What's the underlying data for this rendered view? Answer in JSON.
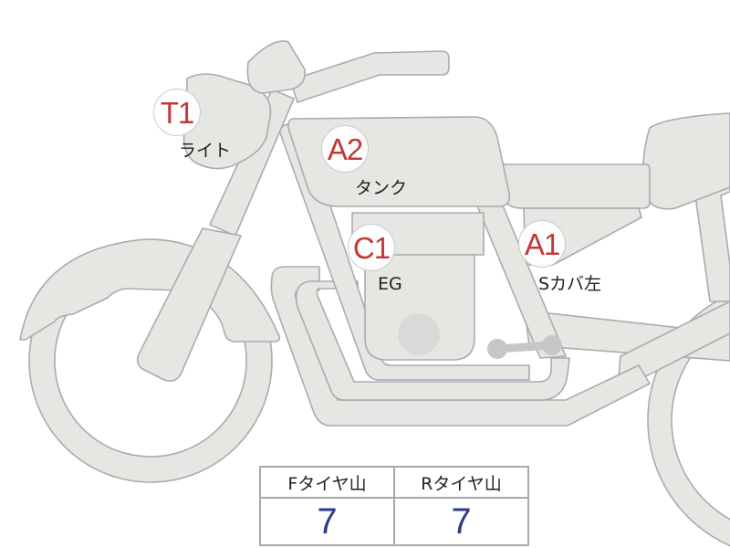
{
  "diagram": {
    "subject": "motorcycle-side-view",
    "colors": {
      "part_fill": "#e6e6e3",
      "part_stroke": "#a9abb3",
      "code_text": "#c0393b",
      "value_text": "#2c3c8c"
    }
  },
  "markers": [
    {
      "code": "T1",
      "label": "ライト"
    },
    {
      "code": "A2",
      "label": "タンク"
    },
    {
      "code": "C1",
      "label": "EG"
    },
    {
      "code": "A1",
      "label": "Sカバ左"
    }
  ],
  "tire_table": {
    "headers": [
      "Fタイヤ山",
      "Rタイヤ山"
    ],
    "values": [
      "7",
      "7"
    ]
  }
}
